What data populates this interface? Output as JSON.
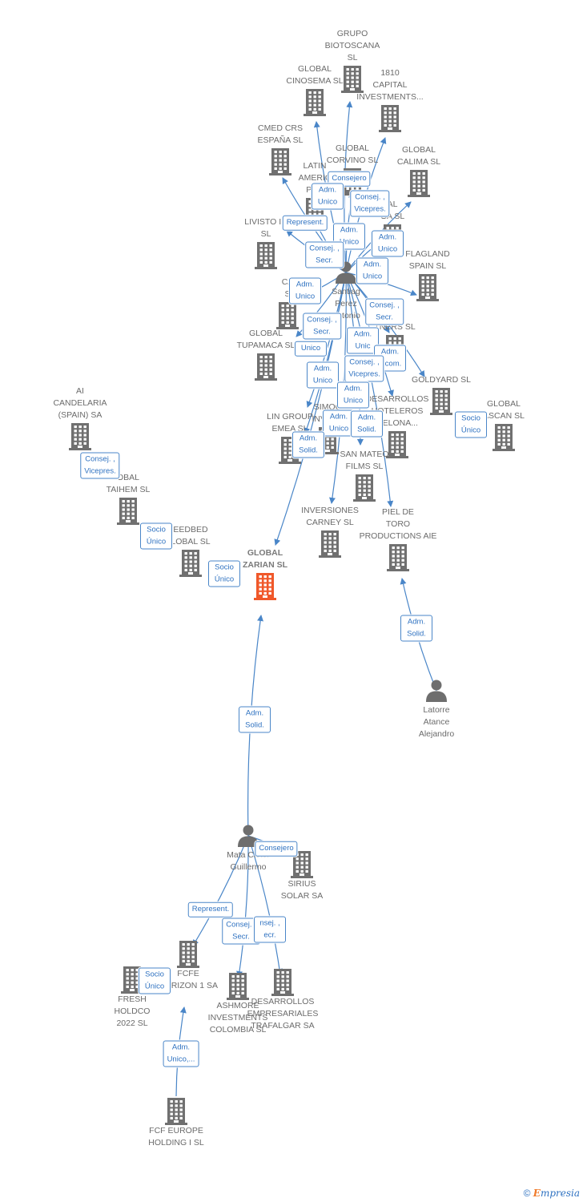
{
  "colors": {
    "edge": "#4a86c8",
    "building": "#707070",
    "focus": "#f0582a",
    "person": "#6e6e6e"
  },
  "nodes": [
    {
      "id": "grupo_biotoscana",
      "kind": "company",
      "label": "GRUPO\nBIOTOSCANA\nSL"
    },
    {
      "id": "1810_capital",
      "kind": "company",
      "label": "1810\nCAPITAL\nINVESTMENTS..."
    },
    {
      "id": "global_cinosema",
      "kind": "company",
      "label": "GLOBAL\nCINOSEMA SL"
    },
    {
      "id": "cmed_crs",
      "kind": "company",
      "label": "CMED CRS\nESPAÑA  SL"
    },
    {
      "id": "global_corvino",
      "kind": "company",
      "label": "GLOBAL\nCORVINO SL"
    },
    {
      "id": "global_calima",
      "kind": "company",
      "label": "GLOBAL\nCALIMA SL"
    },
    {
      "id": "latin_america",
      "kind": "company",
      "label": "LATIN\nAMERIC\nPHA"
    },
    {
      "id": "global_vareta",
      "kind": "company",
      "label": "AL\nGA SL"
    },
    {
      "id": "livisto",
      "kind": "company",
      "label": "LIVISTO IN\nSL"
    },
    {
      "id": "flagland",
      "kind": "company",
      "label": "FLAGLAND\nSPAIN SL"
    },
    {
      "id": "ca_s",
      "kind": "company",
      "label": "CA\nS"
    },
    {
      "id": "unity_partners",
      "kind": "company",
      "label": "ITY\nTNERS  SL"
    },
    {
      "id": "global_tupamaca",
      "kind": "company",
      "label": "GLOBAL\nTUPAMACA SL"
    },
    {
      "id": "goldyard",
      "kind": "company",
      "label": "GOLDYARD SL"
    },
    {
      "id": "ai_candelaria",
      "kind": "company",
      "label": "AI\nCANDELARIA\n(SPAIN) SA"
    },
    {
      "id": "desarrollos_hoteleros",
      "kind": "company",
      "label": "DESARROLLOS\nHOTELEROS\nCELONA..."
    },
    {
      "id": "global_ascan",
      "kind": "company",
      "label": "GLOBAL\nASCAN  SL"
    },
    {
      "id": "simoc",
      "kind": "company",
      "label": "SIMOC\nINVERS"
    },
    {
      "id": "lin_group",
      "kind": "company",
      "label": "LIN GROUP\nEMEA  SL"
    },
    {
      "id": "san_mateo",
      "kind": "company",
      "label": "SAN MATEO\nFILMS SL"
    },
    {
      "id": "global_taihem",
      "kind": "company",
      "label": "OBAL\nTAIHEM SL"
    },
    {
      "id": "inversiones_carney",
      "kind": "company",
      "label": "INVERSIONES\nCARNEY SL"
    },
    {
      "id": "piel_de_toro",
      "kind": "company",
      "label": "PIEL DE\nTORO\nPRODUCTIONS AIE"
    },
    {
      "id": "seedbed",
      "kind": "company",
      "label": "EEDBED\nLOBAL  SL"
    },
    {
      "id": "global_zarian",
      "kind": "focus",
      "label": "GLOBAL\nZARIAN  SL"
    },
    {
      "id": "sirius_solar",
      "kind": "company",
      "label": "SIRIUS\nSOLAR SA"
    },
    {
      "id": "fcfe_horizon",
      "kind": "company",
      "label": "FCFE\nHORIZON 1 SA"
    },
    {
      "id": "fresh_holdco",
      "kind": "company",
      "label": "FRESH\nHOLDCO\n2022  SL"
    },
    {
      "id": "ashmore",
      "kind": "company",
      "label": "ASHMORE\nINVESTMENTS\nCOLOMBIA SL"
    },
    {
      "id": "desarrollos_trafalgar",
      "kind": "company",
      "label": "DESARROLLOS\nEMPRESARIALES\nTRAFALGAR SA"
    },
    {
      "id": "fcf_europe",
      "kind": "company",
      "label": "FCF EUROPE\nHOLDING I  SL"
    },
    {
      "id": "santiago_perez",
      "kind": "person",
      "label": "Santiag\nPerez\nAntonio"
    },
    {
      "id": "latorre",
      "kind": "person",
      "label": "Latorre\nAtance\nAlejandro"
    },
    {
      "id": "mata_cister",
      "kind": "person",
      "label": "Mata Cister\nGuillermo"
    }
  ],
  "edge_labels": [
    "Consejero",
    "Adm.\nUnico",
    "Consej. ,\nVicepres.",
    "Represent.",
    "Adm.\nUnico",
    "Adm.\nUnico",
    "Consej. ,\nSecr.",
    "Adm.\nUnico",
    "Adm.\nUnico",
    "Consej. ,\nSecr.",
    "Consej. ,\nSecr.",
    "Unico",
    "Adm.\nUnic",
    "Adm.\nMcom.",
    "Consej. ,\nVicepres.",
    "Adm.\nUnico",
    "Adm.\nUnico",
    "Socio\nÚnico",
    "Consej. ,\nVicepres.",
    "Adm.\nUnico",
    "Adm.\nSolid.",
    "Adm.\nSolid.",
    "Socio\nÚnico",
    "Socio\nÚnico",
    "Adm.\nSolid.",
    "Adm.\nSolid.",
    "Consejero",
    "Represent.",
    "Consej. ,\nSecr.",
    "nsej. ,\necr.",
    "Socio\nÚnico",
    "Adm.\nUnico,..."
  ],
  "footer": {
    "copyright": "©",
    "brand_first": "E",
    "brand_rest": "mpresia"
  }
}
